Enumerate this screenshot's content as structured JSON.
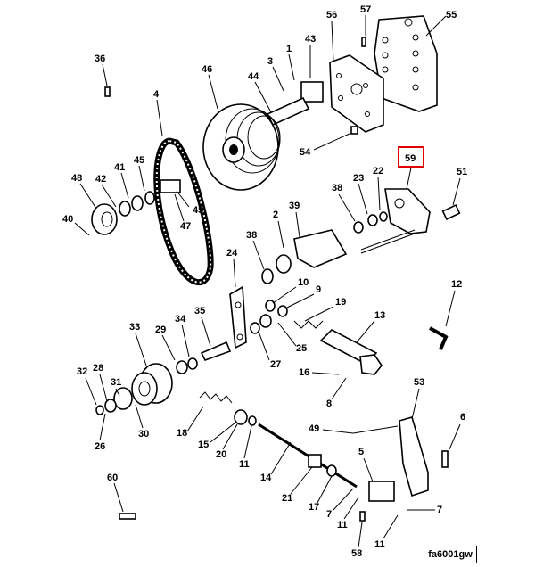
{
  "diagram": {
    "figure_id": "fa6001gw",
    "highlighted_callout": "59",
    "highlight_color": "#e00000",
    "callouts": [
      "57",
      "56",
      "55",
      "1",
      "43",
      "36",
      "3",
      "46",
      "44",
      "4",
      "54",
      "59",
      "51",
      "45",
      "48",
      "41",
      "42",
      "22",
      "23",
      "38",
      "45",
      "40",
      "47",
      "2",
      "39",
      "38",
      "24",
      "10",
      "12",
      "9",
      "19",
      "35",
      "33",
      "29",
      "34",
      "13",
      "25",
      "27",
      "16",
      "32",
      "28",
      "31",
      "8",
      "53",
      "30",
      "26",
      "18",
      "15",
      "6",
      "49",
      "20",
      "11",
      "14",
      "5",
      "21",
      "60",
      "17",
      "7",
      "7",
      "11",
      "58",
      "11"
    ]
  }
}
